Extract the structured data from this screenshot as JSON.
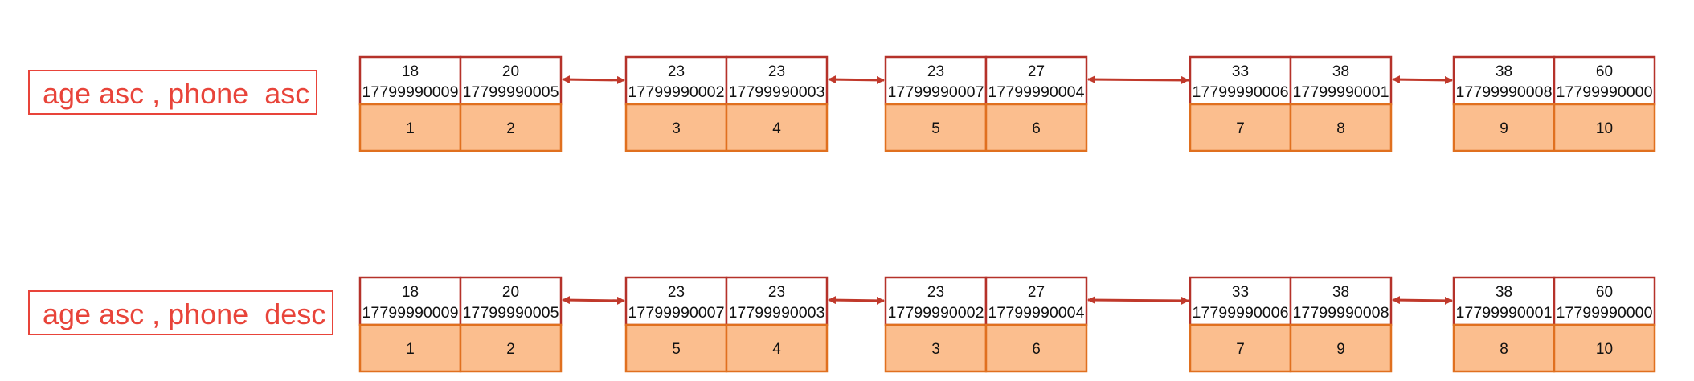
{
  "rows": [
    {
      "label": "age asc , phone  asc",
      "nodes": [
        {
          "cells": [
            {
              "age": "18",
              "phone": "17799990009",
              "id": "1"
            },
            {
              "age": "20",
              "phone": "17799990005",
              "id": "2"
            }
          ]
        },
        {
          "cells": [
            {
              "age": "23",
              "phone": "17799990002",
              "id": "3"
            },
            {
              "age": "23",
              "phone": "17799990003",
              "id": "4"
            }
          ]
        },
        {
          "cells": [
            {
              "age": "23",
              "phone": "17799990007",
              "id": "5"
            },
            {
              "age": "27",
              "phone": "17799990004",
              "id": "6"
            }
          ]
        },
        {
          "cells": [
            {
              "age": "33",
              "phone": "17799990006",
              "id": "7"
            },
            {
              "age": "38",
              "phone": "17799990001",
              "id": "8"
            }
          ]
        },
        {
          "cells": [
            {
              "age": "38",
              "phone": "17799990008",
              "id": "9"
            },
            {
              "age": "60",
              "phone": "17799990000",
              "id": "10"
            }
          ]
        }
      ]
    },
    {
      "label": "age asc , phone  desc",
      "nodes": [
        {
          "cells": [
            {
              "age": "18",
              "phone": "17799990009",
              "id": "1"
            },
            {
              "age": "20",
              "phone": "17799990005",
              "id": "2"
            }
          ]
        },
        {
          "cells": [
            {
              "age": "23",
              "phone": "17799990007",
              "id": "5"
            },
            {
              "age": "23",
              "phone": "17799990003",
              "id": "4"
            }
          ]
        },
        {
          "cells": [
            {
              "age": "23",
              "phone": "17799990002",
              "id": "3"
            },
            {
              "age": "27",
              "phone": "17799990004",
              "id": "6"
            }
          ]
        },
        {
          "cells": [
            {
              "age": "33",
              "phone": "17799990006",
              "id": "7"
            },
            {
              "age": "38",
              "phone": "17799990008",
              "id": "9"
            }
          ]
        },
        {
          "cells": [
            {
              "age": "38",
              "phone": "17799990001",
              "id": "8"
            },
            {
              "age": "60",
              "phone": "17799990000",
              "id": "10"
            }
          ]
        }
      ]
    }
  ],
  "colors": {
    "accent": "#e8443a",
    "link": "#c0392b",
    "leaf_fill": "#fbbe8e",
    "leaf_border": "#e0701f",
    "key_border": "#b5322a"
  }
}
